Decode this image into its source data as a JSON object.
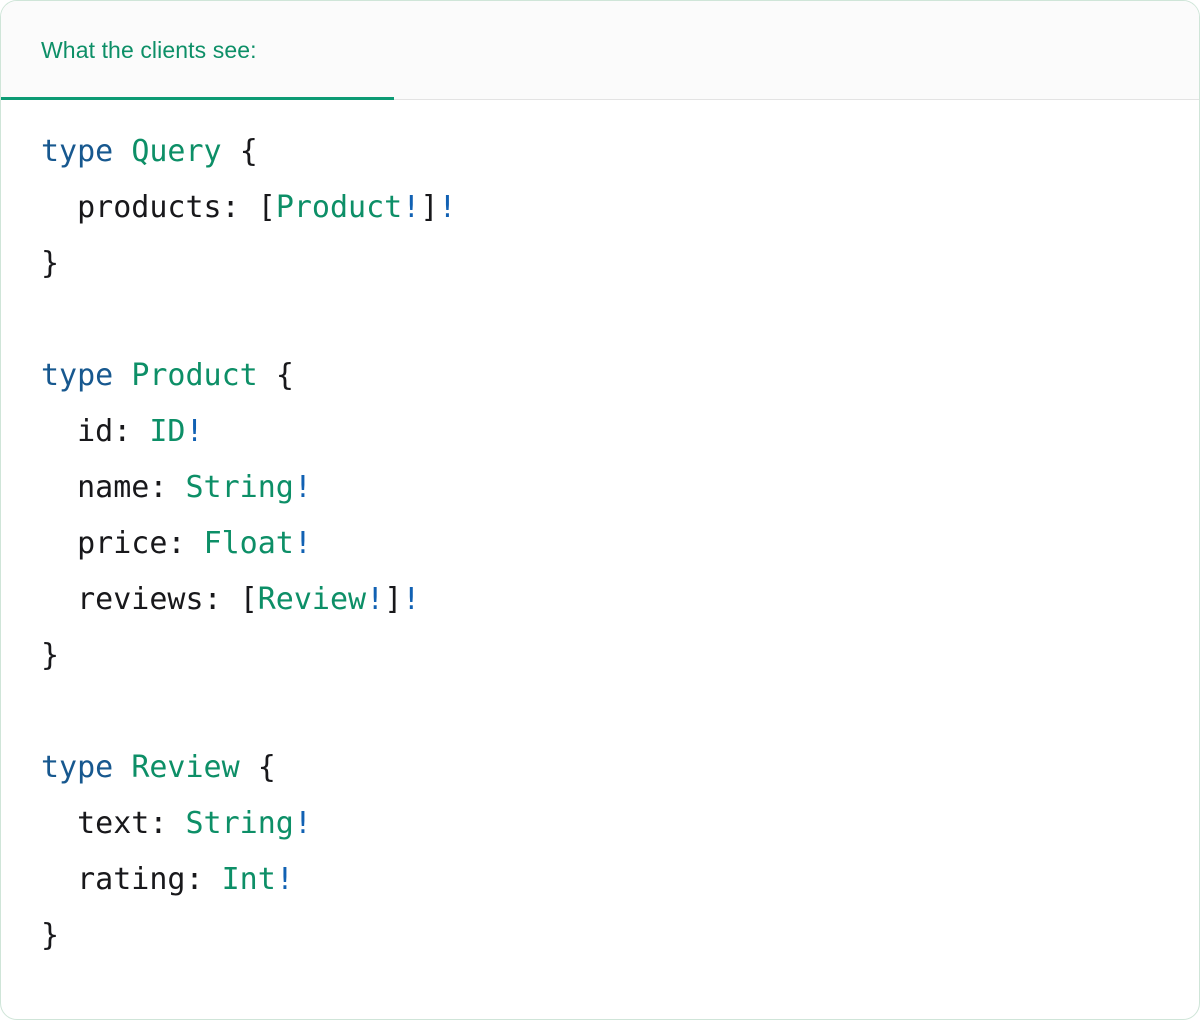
{
  "panel": {
    "border_color": "#cfe5d8",
    "background": "#ffffff"
  },
  "tabs": {
    "active_index": 0,
    "items": [
      {
        "label": "What the clients see:",
        "active": true
      }
    ],
    "active_color": "#0d8f67",
    "underline_color": "#0d9b74",
    "bar_background": "#fbfbfb",
    "divider_color": "#e3e3e3"
  },
  "code": {
    "language": "graphql",
    "colors": {
      "keyword": "#17588f",
      "type": "#0d8f67",
      "punctuation": "#18181b",
      "field": "#18181b",
      "non_null": "#1161b3"
    },
    "text": "type Query {\n  products: [Product!]!\n}\n\ntype Product {\n  id: ID!\n  name: String!\n  price: Float!\n  reviews: [Review!]!\n}\n\ntype Review {\n  text: String!\n  rating: Int!\n}",
    "lines": [
      {
        "tokens": [
          {
            "t": "type",
            "c": "kw"
          },
          {
            "t": " ",
            "c": "punc"
          },
          {
            "t": "Query",
            "c": "type"
          },
          {
            "t": " ",
            "c": "punc"
          },
          {
            "t": "{",
            "c": "punc"
          }
        ]
      },
      {
        "tokens": [
          {
            "t": "  ",
            "c": "punc"
          },
          {
            "t": "products",
            "c": "field"
          },
          {
            "t": ": ",
            "c": "punc"
          },
          {
            "t": "[",
            "c": "punc"
          },
          {
            "t": "Product",
            "c": "type"
          },
          {
            "t": "!",
            "c": "bang"
          },
          {
            "t": "]",
            "c": "punc"
          },
          {
            "t": "!",
            "c": "bang"
          }
        ]
      },
      {
        "tokens": [
          {
            "t": "}",
            "c": "punc"
          }
        ]
      },
      {
        "tokens": []
      },
      {
        "tokens": [
          {
            "t": "type",
            "c": "kw"
          },
          {
            "t": " ",
            "c": "punc"
          },
          {
            "t": "Product",
            "c": "type"
          },
          {
            "t": " ",
            "c": "punc"
          },
          {
            "t": "{",
            "c": "punc"
          }
        ]
      },
      {
        "tokens": [
          {
            "t": "  ",
            "c": "punc"
          },
          {
            "t": "id",
            "c": "field"
          },
          {
            "t": ": ",
            "c": "punc"
          },
          {
            "t": "ID",
            "c": "type"
          },
          {
            "t": "!",
            "c": "bang"
          }
        ]
      },
      {
        "tokens": [
          {
            "t": "  ",
            "c": "punc"
          },
          {
            "t": "name",
            "c": "field"
          },
          {
            "t": ": ",
            "c": "punc"
          },
          {
            "t": "String",
            "c": "type"
          },
          {
            "t": "!",
            "c": "bang"
          }
        ]
      },
      {
        "tokens": [
          {
            "t": "  ",
            "c": "punc"
          },
          {
            "t": "price",
            "c": "field"
          },
          {
            "t": ": ",
            "c": "punc"
          },
          {
            "t": "Float",
            "c": "type"
          },
          {
            "t": "!",
            "c": "bang"
          }
        ]
      },
      {
        "tokens": [
          {
            "t": "  ",
            "c": "punc"
          },
          {
            "t": "reviews",
            "c": "field"
          },
          {
            "t": ": ",
            "c": "punc"
          },
          {
            "t": "[",
            "c": "punc"
          },
          {
            "t": "Review",
            "c": "type"
          },
          {
            "t": "!",
            "c": "bang"
          },
          {
            "t": "]",
            "c": "punc"
          },
          {
            "t": "!",
            "c": "bang"
          }
        ]
      },
      {
        "tokens": [
          {
            "t": "}",
            "c": "punc"
          }
        ]
      },
      {
        "tokens": []
      },
      {
        "tokens": [
          {
            "t": "type",
            "c": "kw"
          },
          {
            "t": " ",
            "c": "punc"
          },
          {
            "t": "Review",
            "c": "type"
          },
          {
            "t": " ",
            "c": "punc"
          },
          {
            "t": "{",
            "c": "punc"
          }
        ]
      },
      {
        "tokens": [
          {
            "t": "  ",
            "c": "punc"
          },
          {
            "t": "text",
            "c": "field"
          },
          {
            "t": ": ",
            "c": "punc"
          },
          {
            "t": "String",
            "c": "type"
          },
          {
            "t": "!",
            "c": "bang"
          }
        ]
      },
      {
        "tokens": [
          {
            "t": "  ",
            "c": "punc"
          },
          {
            "t": "rating",
            "c": "field"
          },
          {
            "t": ": ",
            "c": "punc"
          },
          {
            "t": "Int",
            "c": "type"
          },
          {
            "t": "!",
            "c": "bang"
          }
        ]
      },
      {
        "tokens": [
          {
            "t": "}",
            "c": "punc"
          }
        ]
      }
    ]
  }
}
